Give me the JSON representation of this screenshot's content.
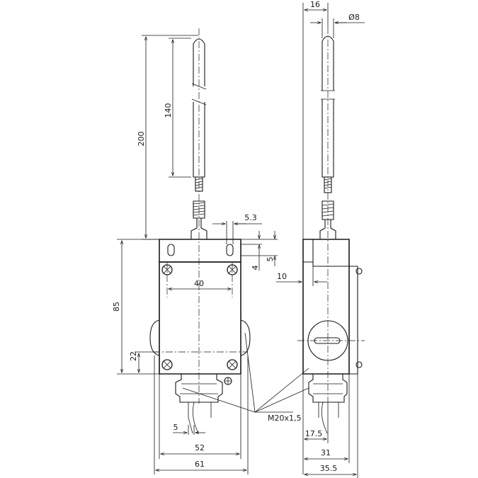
{
  "dimensions": {
    "total_height": "200",
    "rod_length": "140",
    "body_height": "85",
    "mount_spacing": "40",
    "slot_offset": "22",
    "slot_width": "5.3",
    "slot_top": "4",
    "slot_height": "5",
    "cable_offset": "5",
    "body_width": "52",
    "overall_width": "61",
    "rod_offset": "16",
    "rod_diameter": "Ø8",
    "side_offset": "10",
    "cable_gland_offset": "17.5",
    "side_depth": "31",
    "overall_depth": "35.5",
    "thread": "M20x1,5"
  }
}
